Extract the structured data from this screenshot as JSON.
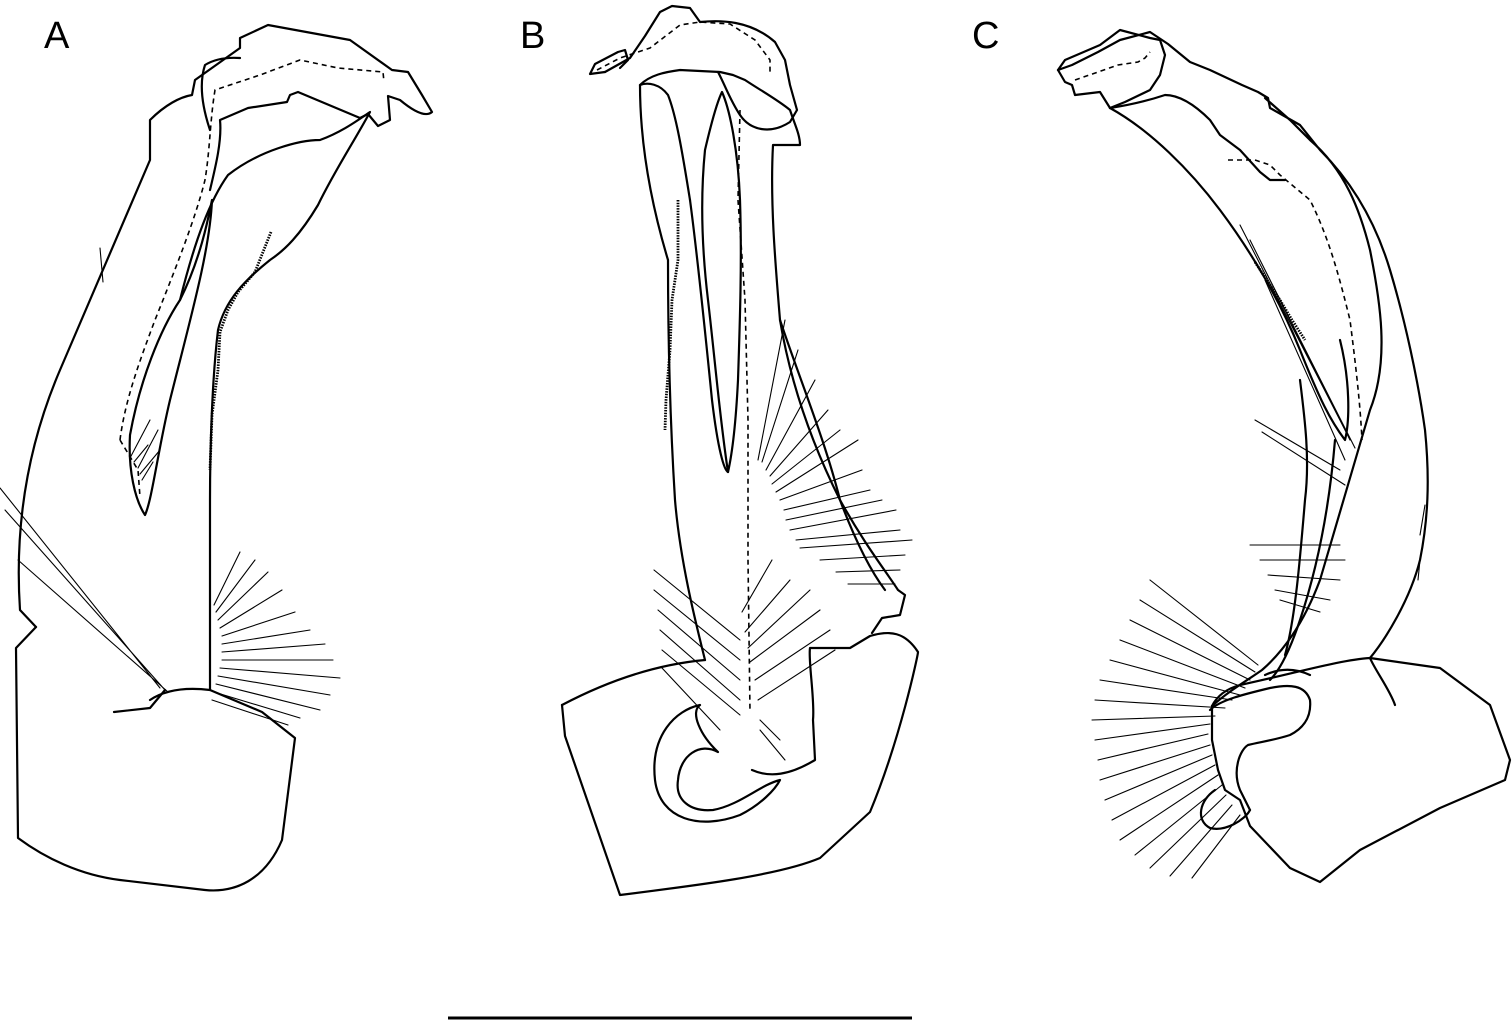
{
  "figure": {
    "panels": [
      {
        "id": "A",
        "label": "A"
      },
      {
        "id": "B",
        "label": "B"
      },
      {
        "id": "C",
        "label": "C"
      }
    ],
    "line_color": "#000000",
    "background_color": "#ffffff",
    "scale_bar": {
      "label": ""
    }
  }
}
